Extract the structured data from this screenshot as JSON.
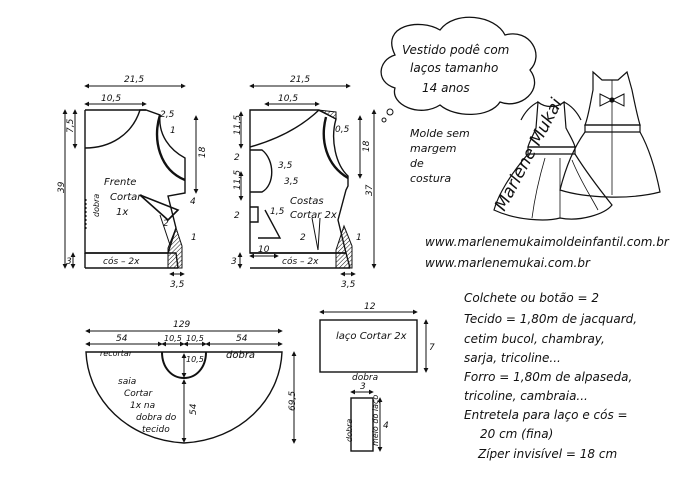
{
  "title_bubble": {
    "line1": "Vestido podê com",
    "line2": "laços tamanho",
    "line3": "14 anos"
  },
  "mold_note": {
    "line1": "Molde sem",
    "line2": "margem",
    "line3": "de",
    "line4": "costura"
  },
  "signature": "Marlene Mukai",
  "urls": {
    "line1": "www.marlenemukaimoldeinfantil.com.br",
    "line2": "www.marlenemukai.com.br"
  },
  "front": {
    "width": "21,5",
    "neck_w": "10,5",
    "shoulder": "2,5",
    "neck_drop": "7,5",
    "armhole_gap": "1",
    "armhole_h": "18",
    "total_h": "39",
    "waist_in": "4",
    "dart_w": "2",
    "side_in": "1",
    "band_h": "3",
    "band_label": "cós – 2x",
    "hem_out": "3,5",
    "label1": "Frente",
    "label2": "Cortar",
    "label3": "1x",
    "fold": "dobra"
  },
  "back": {
    "width": "21,5",
    "neck_w": "10,5",
    "neck_drop": "11,5",
    "shoulder_in": "0,5",
    "armhole_h": "18",
    "total_h": "37",
    "bow_gap1": "2",
    "bow_gap2": "2",
    "bow_mid": "11,5",
    "bow_h1": "3,5",
    "bow_h2": "1,5",
    "bow_w": "3,5",
    "waist_in": "1,5",
    "dart_w": "2",
    "side_in": "1",
    "band_h": "3",
    "band_w": "10",
    "band_label": "cós – 2x",
    "hem_out": "3,5",
    "label1": "Costas",
    "label2": "Cortar 2x"
  },
  "skirt": {
    "total_w": "129",
    "left_w": "54",
    "mid_w": "10,5",
    "mid_w2": "10,5",
    "right_w": "54",
    "inner_h": "10,5",
    "radius": "54",
    "total_h": "69,5",
    "cut_label": "recortar",
    "fold_label": "dobra",
    "label1": "saia",
    "label2": "Cortar",
    "label3": "1x na",
    "label4": "dobra do",
    "label5": "tecido"
  },
  "bow": {
    "width": "12",
    "height": "7",
    "label": "laço Cortar 2x",
    "fold": "dobra"
  },
  "bow_center": {
    "height": "4",
    "width": "3",
    "label": "meio do laço",
    "fold": "dobra"
  },
  "materials": {
    "line1": "Colchete ou botão = 2",
    "line2": "Tecido = 1,80m de jacquard,",
    "line3": "cetim bucol, chambray,",
    "line4": "sarja, tricoline...",
    "line5": "Forro = 1,80m de alpaseda,",
    "line6": "tricoline, cambraia...",
    "line7": "Entretela para laço e cós =",
    "line8": "20 cm (fina)",
    "line9": "Zíper invisível = 18 cm"
  }
}
